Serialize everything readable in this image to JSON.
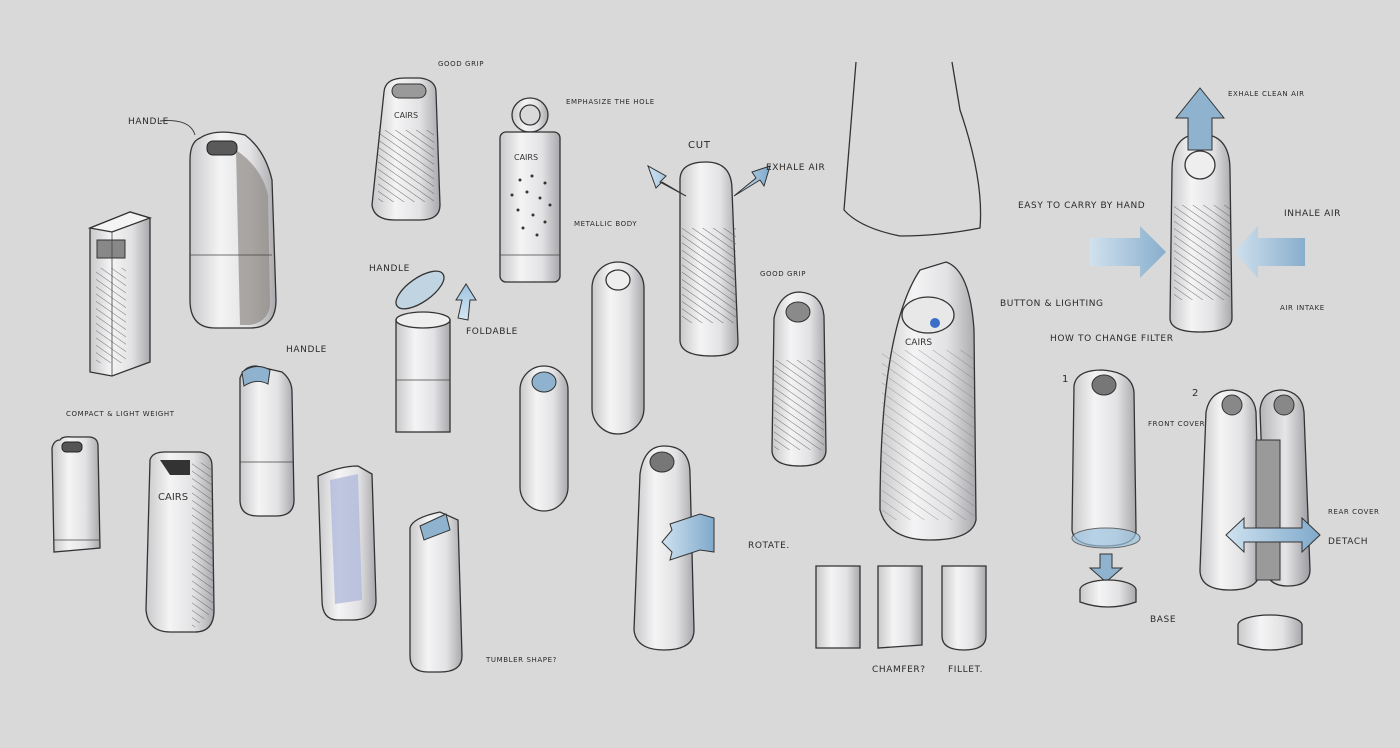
{
  "sheet": {
    "brand": "CAIRS",
    "background": "#d9d9d9",
    "accent": "#8fb3cf",
    "labels": {
      "handle_1": "HANDLE",
      "good_grip_1": "GOOD GRIP",
      "emphasize_hole": "EMPHASIZE THE HOLE",
      "metallic_body": "METALLIC BODY",
      "handle_2": "HANDLE",
      "foldable": "FOLDABLE",
      "handle_3": "HANDLE",
      "compact": "COMPACT & LIGHT WEIGHT",
      "cut": "CUT",
      "exhale_air": "EXHALE AIR",
      "good_grip_2": "GOOD GRIP",
      "rotate": "ROTATE.",
      "tumbler": "TUMBLER SHAPE?",
      "easy_carry": "EASY TO CARRY BY HAND",
      "button_lighting": "BUTTON & LIGHTING",
      "chamfer": "CHAMFER?",
      "fillet": "FILLET.",
      "exhale_clean": "EXHALE CLEAN AIR",
      "inhale_air": "INHALE AIR",
      "air_intake": "AIR INTAKE",
      "how_to": "HOW TO CHANGE FILTER",
      "step_1": "1",
      "step_2": "2",
      "front_cover": "FRONT COVER",
      "rear_cover": "REAR COVER",
      "detach": "DETACH",
      "base": "BASE"
    }
  }
}
